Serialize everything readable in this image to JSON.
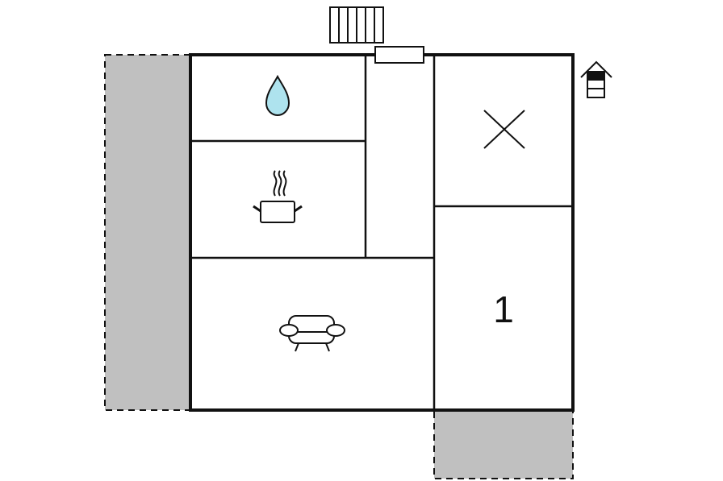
{
  "floorplan": {
    "rooms": [
      {
        "id": "bathroom",
        "icon": "water-drop-icon"
      },
      {
        "id": "kitchen",
        "icon": "cooking-pot-icon"
      },
      {
        "id": "hallway",
        "icon": ""
      },
      {
        "id": "unspecified-room",
        "icon": "cross-icon"
      },
      {
        "id": "living-room",
        "icon": "sofa-icon"
      },
      {
        "id": "bedroom",
        "label": "1"
      }
    ],
    "outdoor_areas": [
      "terrace-left",
      "terrace-bottom"
    ],
    "entrance": "entrance-door",
    "exterior_icons": [
      "stairs-icon",
      "house-level-icon"
    ],
    "colors": {
      "wall": "#111111",
      "terrace": "#c0c0c0",
      "water": "#aee3ee"
    }
  }
}
